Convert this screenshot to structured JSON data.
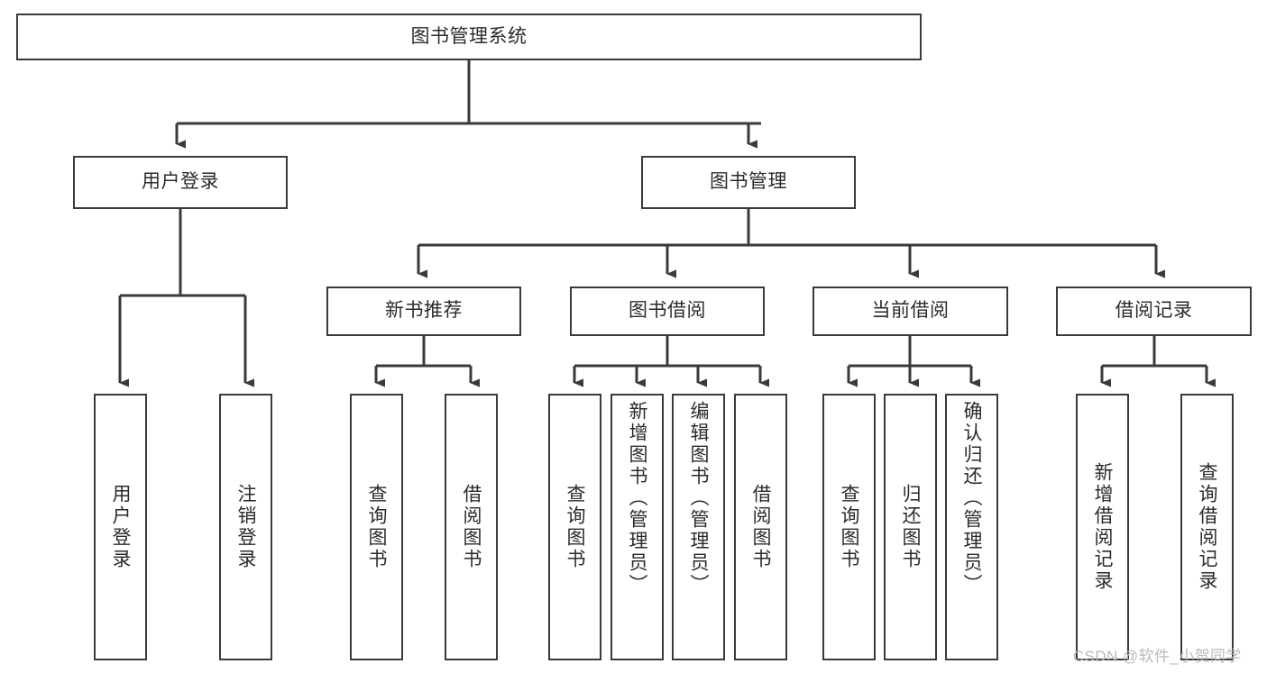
{
  "diagram": {
    "title": "图书管理系统",
    "type": "tree-hierarchy-diagram",
    "watermark": "CSDN @软件_小贺同学",
    "colors": {
      "box_border": "#3a3a3a",
      "box_fill": "#ffffff",
      "connector": "#3a3a3a",
      "text": "#2b2b2b",
      "watermark": "#b9b9b9",
      "background": "#ffffff"
    },
    "root": {
      "label": "图书管理系统"
    },
    "level2": [
      {
        "label": "用户登录"
      },
      {
        "label": "图书管理"
      }
    ],
    "level3": [
      {
        "label": "新书推荐"
      },
      {
        "label": "图书借阅"
      },
      {
        "label": "当前借阅"
      },
      {
        "label": "借阅记录"
      }
    ],
    "leaves": {
      "user_login": [
        {
          "label": "用户登录"
        },
        {
          "label": "注销登录"
        }
      ],
      "new_book_recommend": [
        {
          "label": "查询图书"
        },
        {
          "label": "借阅图书"
        }
      ],
      "book_borrow": [
        {
          "label": "查询图书"
        },
        {
          "label": "新增图书（管理员）"
        },
        {
          "label": "编辑图书（管理员）"
        },
        {
          "label": "借阅图书"
        }
      ],
      "current_borrow": [
        {
          "label": "查询图书"
        },
        {
          "label": "归还图书"
        },
        {
          "label": "确认归还（管理员）"
        }
      ],
      "borrow_record": [
        {
          "label": "新增借阅记录"
        },
        {
          "label": "查询借阅记录"
        }
      ]
    }
  }
}
